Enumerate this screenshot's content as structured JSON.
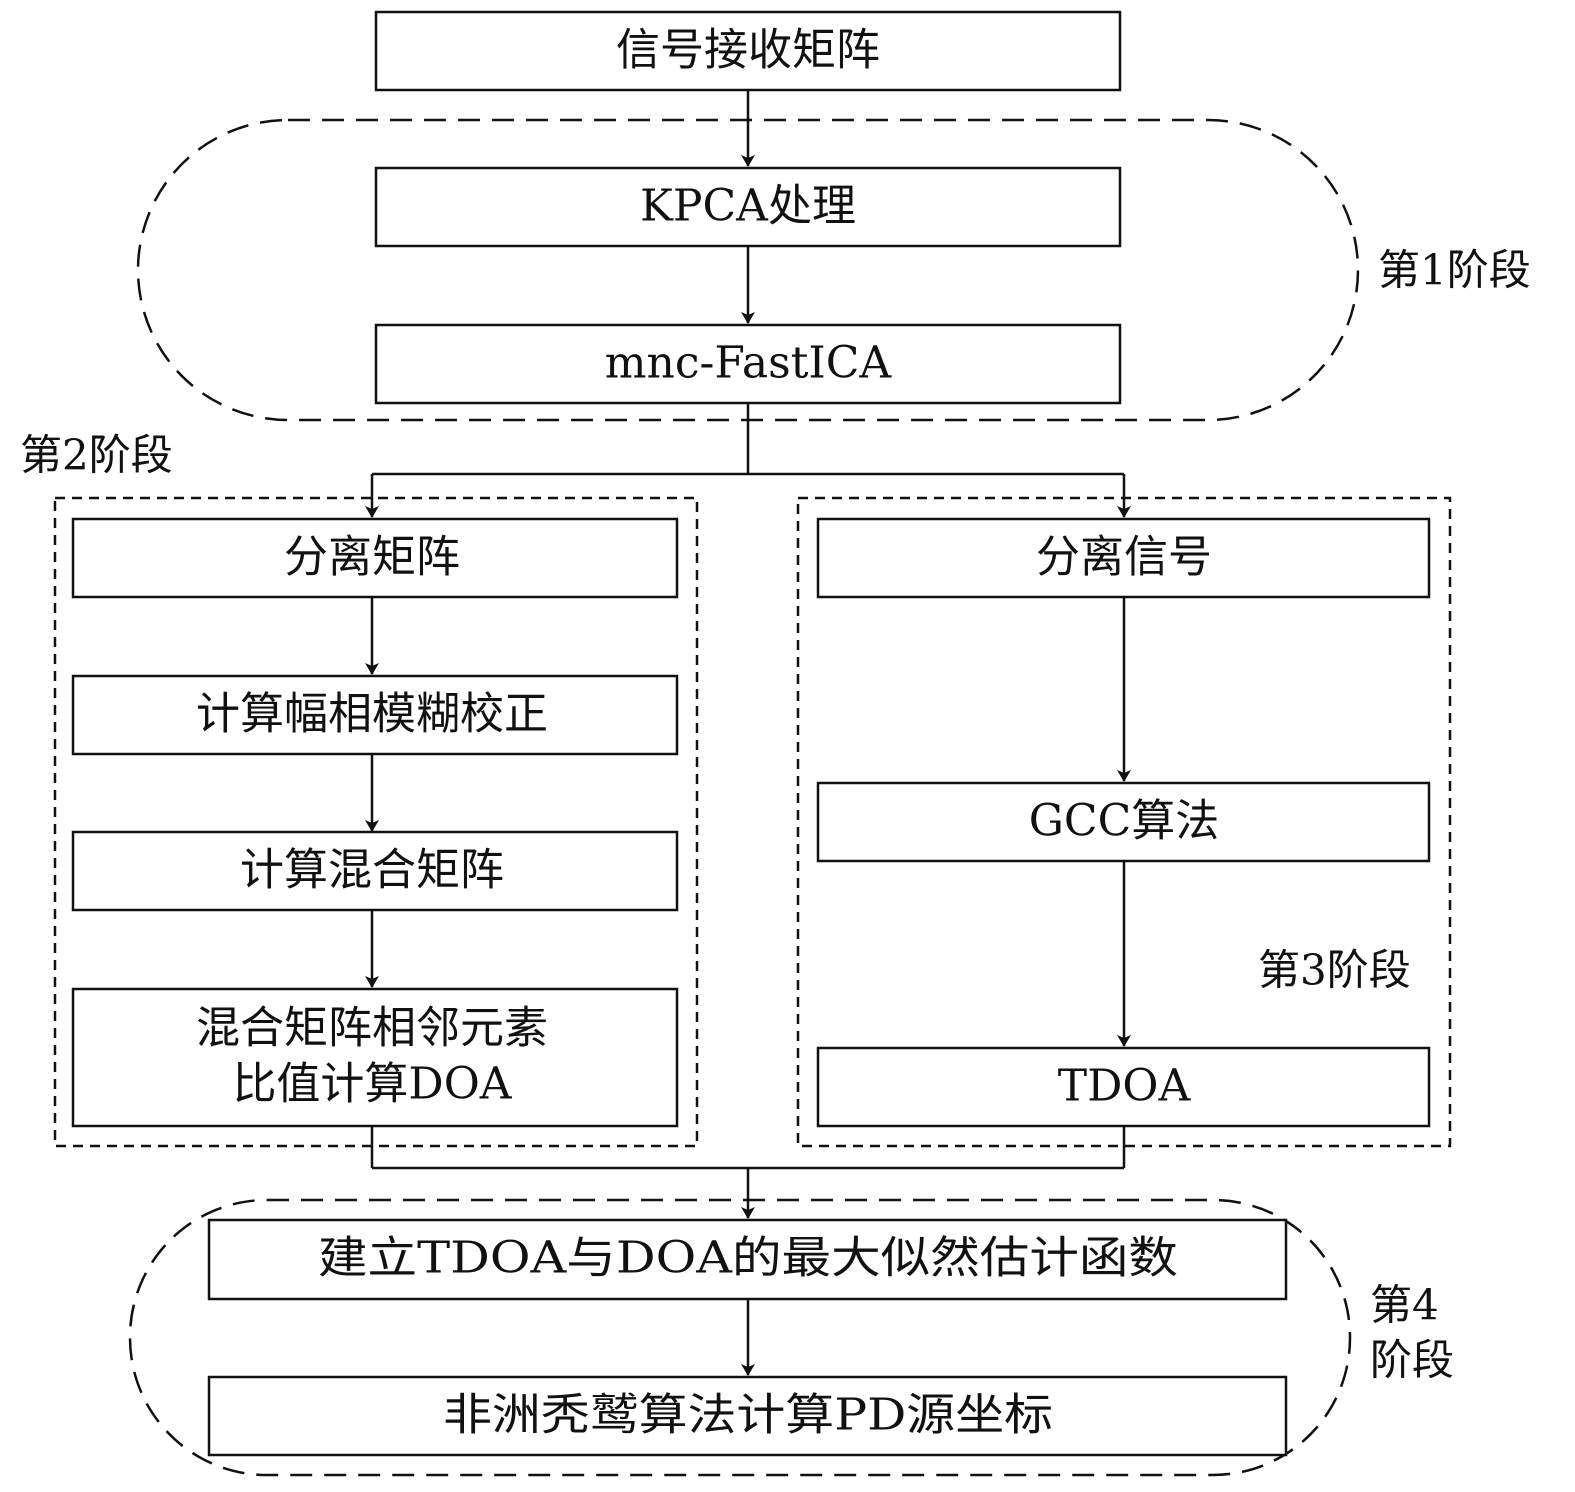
{
  "nodes": {
    "signal_matrix": "信号接收矩阵",
    "kpca": "KPCA处理",
    "fastica": "mnc-FastICA",
    "separation_matrix": "分离矩阵",
    "amp_phase": "计算幅相模糊校正",
    "mixing_matrix": "计算混合矩阵",
    "doa_line1": "混合矩阵相邻元素",
    "doa_line2": "比值计算DOA",
    "separated_signal": "分离信号",
    "gcc": "GCC算法",
    "tdoa": "TDOA",
    "ml_function": "建立TDOA与DOA的最大似然估计函数",
    "avoa": "非洲秃鹫算法计算PD源坐标"
  },
  "stages": {
    "stage1": "第1阶段",
    "stage2": "第2阶段",
    "stage3": "第3阶段",
    "stage4_line1": "第4",
    "stage4_line2": "阶段"
  }
}
